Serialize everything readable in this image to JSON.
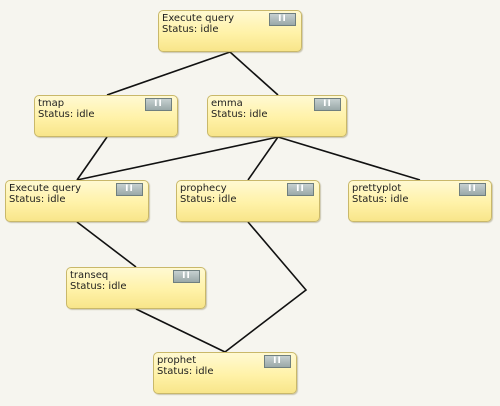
{
  "workflow": {
    "status_prefix": "Status:",
    "pause_glyph": "II",
    "nodes": [
      {
        "id": "execute-query-top",
        "name": "Execute query",
        "status": "idle"
      },
      {
        "id": "tmap",
        "name": "tmap",
        "status": "idle"
      },
      {
        "id": "emma",
        "name": "emma",
        "status": "idle"
      },
      {
        "id": "execute-query-mid",
        "name": "Execute query",
        "status": "idle"
      },
      {
        "id": "prophecy",
        "name": "prophecy",
        "status": "idle"
      },
      {
        "id": "prettyplot",
        "name": "prettyplot",
        "status": "idle"
      },
      {
        "id": "transeq",
        "name": "transeq",
        "status": "idle"
      },
      {
        "id": "prophet",
        "name": "prophet",
        "status": "idle"
      }
    ],
    "edges": [
      [
        "execute-query-top",
        "tmap"
      ],
      [
        "execute-query-top",
        "emma"
      ],
      [
        "tmap",
        "execute-query-mid"
      ],
      [
        "emma",
        "execute-query-mid"
      ],
      [
        "emma",
        "prophecy"
      ],
      [
        "emma",
        "prettyplot"
      ],
      [
        "execute-query-mid",
        "transeq"
      ],
      [
        "transeq",
        "prophet"
      ],
      [
        "prophecy",
        "prophet"
      ]
    ]
  }
}
